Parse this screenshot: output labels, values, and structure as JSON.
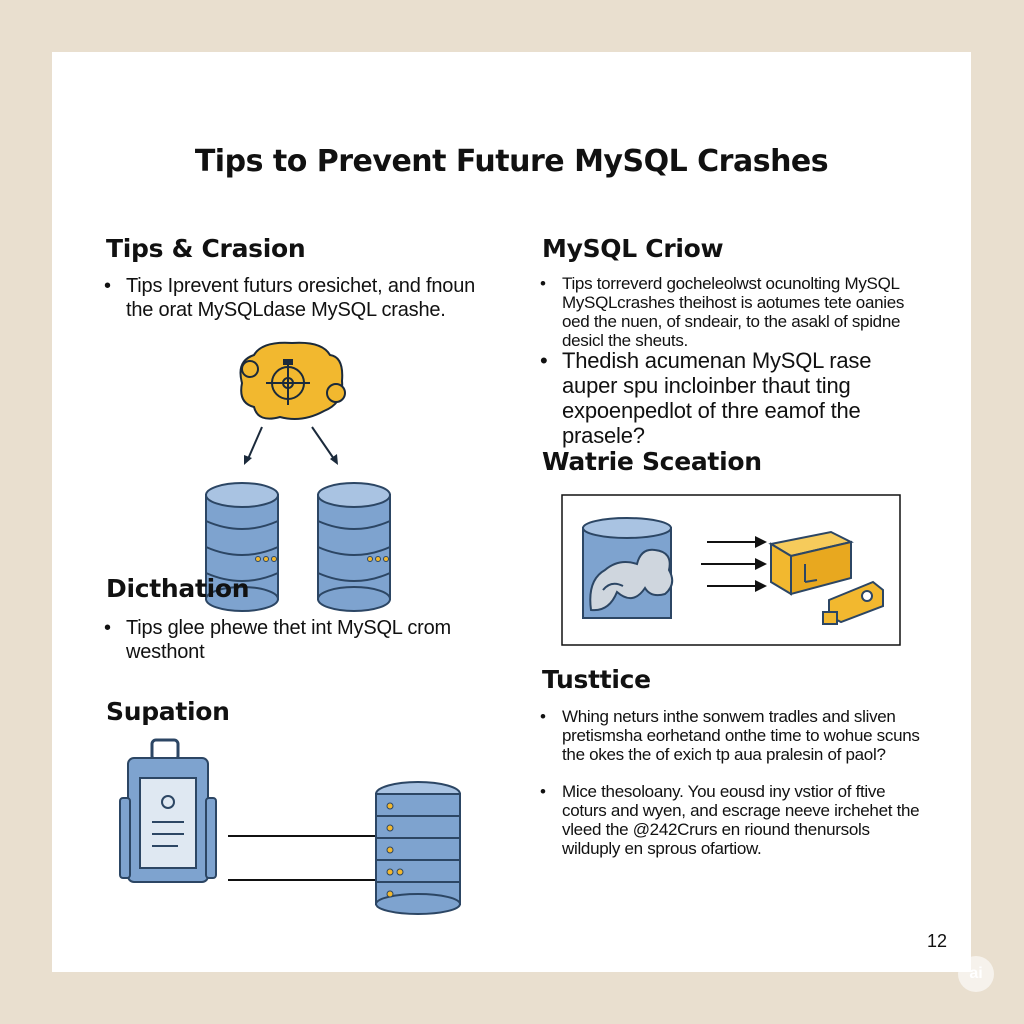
{
  "title": "Tips to Prevent Future MySQL Crashes",
  "page_number": "12",
  "watermark": "ai",
  "colors": {
    "db_blue": "#7ea3cf",
    "db_dark": "#3c5f86",
    "gold": "#f2b82f",
    "gold_dark": "#c28a12",
    "page_bg": "#ffffff",
    "frame_bg": "#e9dfcf"
  },
  "left": {
    "section1": {
      "heading": "Tips & Crasion",
      "bullets": [
        "Tips Iprevent futurs oresichet, and fnoun the orat MySQLdase MySQL crashe."
      ]
    },
    "section2": {
      "heading": "Dicthation",
      "bullets": [
        "Tips glee phewe thet int MySQL crom westhont"
      ]
    },
    "section3": {
      "heading": "Supation"
    }
  },
  "right": {
    "section1": {
      "heading": "MySQL Criow",
      "bullets_small": [
        "Tips torreverd gocheleolwst ocunolting MySQL MySQLcrashes theihost is aotumes tete oanies oed the nuen, of sndeair, to the asakl of spidne desicl the sheuts."
      ],
      "bullets_large": [
        "Thedish acumenan MySQL rase auper spu incloinber thaut ting expoenpedlot of thre eamof the prasele?"
      ]
    },
    "section2": {
      "heading": "Watrie Sceation"
    },
    "section3": {
      "heading": "Tusttice",
      "bullets": [
        "Whing neturs inthe sonwem tradles and sliven pretismsha eorhetand onthe time to wohue scuns the okes the of exich tp aua pralesin of paol?",
        "Mice thesoloany. You eousd iny vstior of ftive coturs and wyen, and escrage neeve irchehet the vleed the @242Crurs en riound thenursols wilduply en sprous ofartiow."
      ]
    }
  },
  "icons": {
    "gear_cloud": "gear-cloud-icon",
    "database": "database-icon",
    "server": "server-stack-icon",
    "backpack": "backpack-icon",
    "cube": "package-icon",
    "key": "key-icon",
    "arrow": "arrow-right-icon"
  }
}
